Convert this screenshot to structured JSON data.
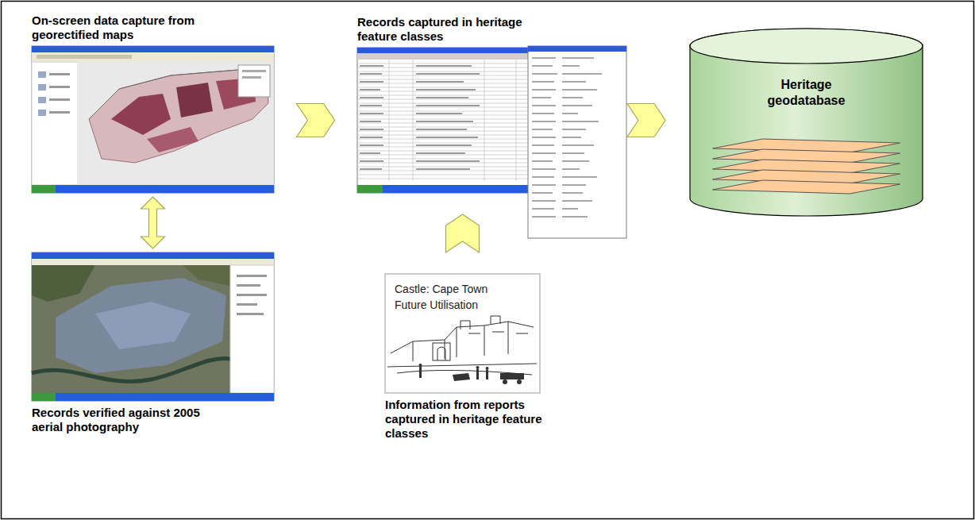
{
  "diagram": {
    "nodes": [
      {
        "text": [
          "On-screen data capture from georectified maps"
        ]
      },
      {
        "text": [
          "Records verified against 2005 aerial photography"
        ]
      },
      {
        "text": [
          "Records captured in heritage feature classes"
        ]
      },
      {
        "text": [
          "Castle: Cape Town Future Utilisation",
          "Information from reports captured in heritage feature classes"
        ]
      },
      {
        "text": [
          "Heritage geodatabase"
        ]
      }
    ],
    "edges": [
      {
        "from": 0,
        "to": 1,
        "arrow": "both"
      },
      {
        "from": 0,
        "to": 2,
        "arrow": "to"
      },
      {
        "from": 2,
        "to": 4,
        "arrow": "to"
      },
      {
        "from": 3,
        "to": 2,
        "arrow": "to"
      }
    ]
  }
}
